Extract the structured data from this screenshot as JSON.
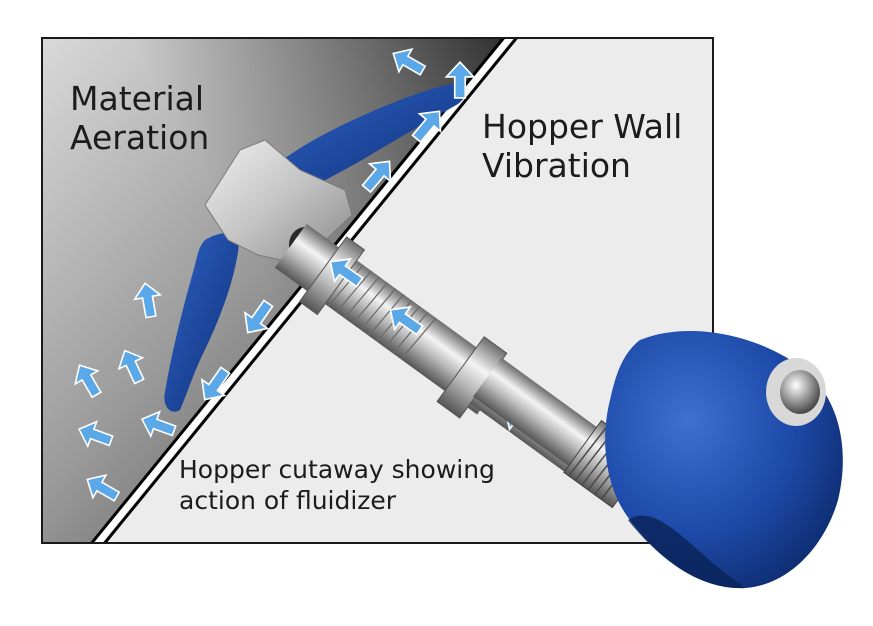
{
  "labels": {
    "material_aeration": [
      "Material",
      "Aeration"
    ],
    "hopper_wall_vibration": [
      "Hopper Wall",
      "Vibration"
    ],
    "caption": [
      "Hopper cutaway showing",
      "action of fluidizer"
    ]
  },
  "colors": {
    "frame": "#1a1a1a",
    "material_dark": "#3a3a3a",
    "material_light": "#f2f2f2",
    "hopper_side": "#eeeeee",
    "wall": "#000000",
    "rubber_blue": "#1d4aa8",
    "rubber_blue_dark": "#0e2f78",
    "air_arrow": "#5aa8e8",
    "steel_light": "#e8e8e8",
    "steel_dark": "#6e6e6e"
  }
}
